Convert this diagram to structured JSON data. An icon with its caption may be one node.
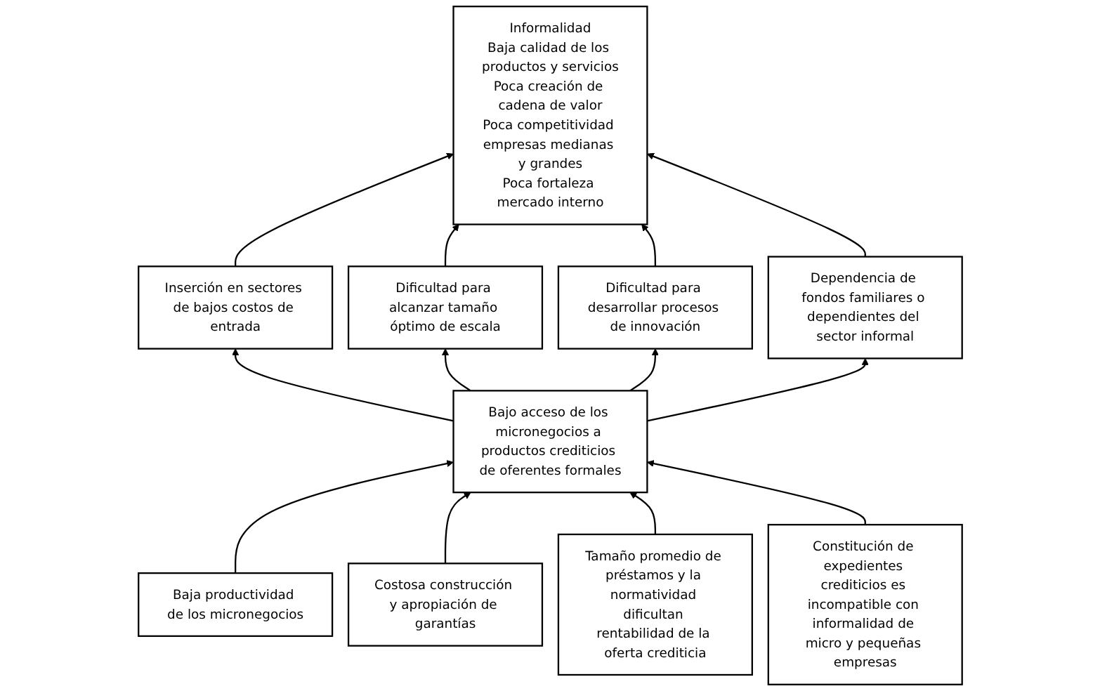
{
  "diagram": {
    "nodes": [
      {
        "text": [
          "Informalidad",
          "Baja calidad de los productos y servicios",
          "Poca creación de cadena de valor",
          "Poca competitividad empresas medianas y grandes",
          "Poca fortaleza mercado interno"
        ]
      },
      {
        "text": [
          "Inserción en sectores de bajos costos de entrada"
        ]
      },
      {
        "text": [
          "Dificultad para alcanzar tamaño óptimo de escala"
        ]
      },
      {
        "text": [
          "Dificultad para desarrollar procesos de innovación"
        ]
      },
      {
        "text": [
          "Dependencia de fondos familiares o dependientes del sector informal"
        ]
      },
      {
        "text": [
          "Bajo acceso de los micronegocios a productos crediticios de oferentes formales"
        ]
      },
      {
        "text": [
          "Baja productividad de los micronegocios"
        ]
      },
      {
        "text": [
          "Costosa construcción y apropiación de garantías"
        ]
      },
      {
        "text": [
          "Tamaño promedio de préstamos y la normatividad dificultan rentabilidad de la oferta crediticia"
        ]
      },
      {
        "text": [
          "Constitución de expedientes crediticios es incompatible con informalidad de micro y pequeñas empresas"
        ]
      }
    ],
    "edges": [
      {
        "from": 1,
        "to": 0,
        "arrow": "to"
      },
      {
        "from": 2,
        "to": 0,
        "arrow": "to"
      },
      {
        "from": 3,
        "to": 0,
        "arrow": "to"
      },
      {
        "from": 4,
        "to": 0,
        "arrow": "to"
      },
      {
        "from": 5,
        "to": 1,
        "arrow": "to"
      },
      {
        "from": 5,
        "to": 2,
        "arrow": "to"
      },
      {
        "from": 5,
        "to": 3,
        "arrow": "to"
      },
      {
        "from": 5,
        "to": 4,
        "arrow": "to"
      },
      {
        "from": 6,
        "to": 5,
        "arrow": "to"
      },
      {
        "from": 7,
        "to": 5,
        "arrow": "to"
      },
      {
        "from": 8,
        "to": 5,
        "arrow": "to"
      },
      {
        "from": 9,
        "to": 5,
        "arrow": "to"
      }
    ]
  }
}
